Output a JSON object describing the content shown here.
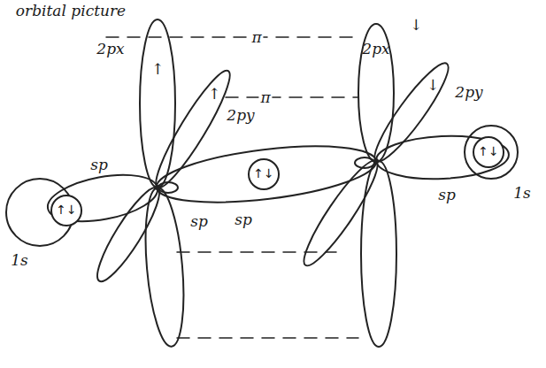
{
  "diagram": {
    "nodes": [
      {
        "text": [
          "↑↓"
        ]
      },
      {
        "text": [
          "↑↓"
        ]
      },
      {
        "text": [
          "↑↓"
        ]
      }
    ],
    "labels": [
      "orbital picture",
      "2px",
      "↑",
      "π",
      "↑",
      "2py",
      "π",
      "↓",
      "2px",
      "↓",
      "2py",
      "sp",
      "sp",
      "sp",
      "sp",
      "1s",
      "1s"
    ]
  }
}
